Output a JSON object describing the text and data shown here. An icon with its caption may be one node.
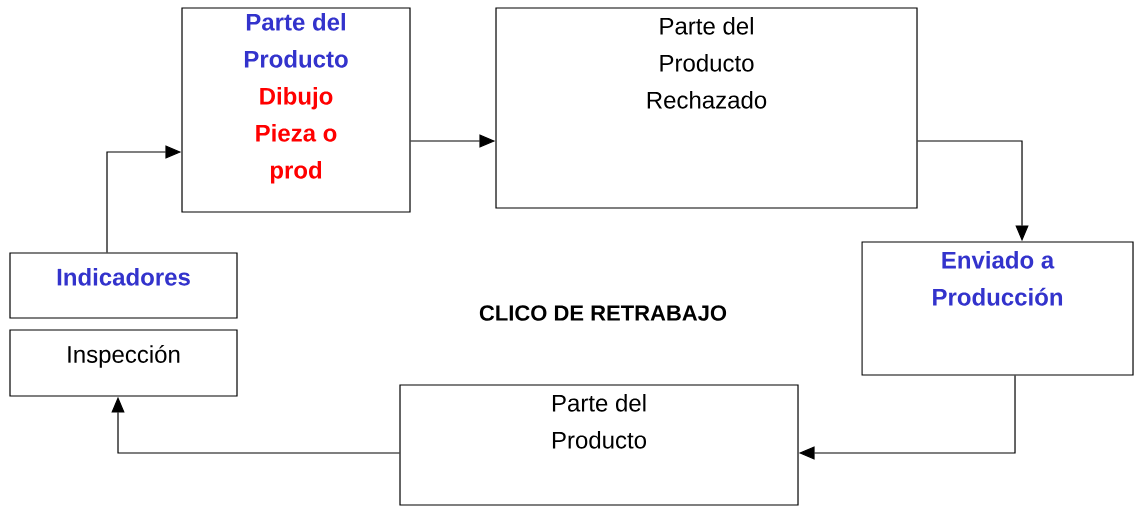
{
  "diagram": {
    "title": "CLICO DE RETRABAJO",
    "nodes": [
      {
        "text": [
          "Parte del Producto",
          "Dibujo Pieza o prod"
        ]
      },
      {
        "text": [
          "Parte del Producto Rechazado"
        ]
      },
      {
        "text": [
          "Enviado a Producción"
        ]
      },
      {
        "text": [
          "Parte del Producto"
        ]
      },
      {
        "text": [
          "Indicadores"
        ]
      },
      {
        "text": [
          "Inspección"
        ]
      }
    ],
    "edges": [
      {
        "from": 0,
        "to": 1,
        "arrow": "to"
      },
      {
        "from": 1,
        "to": 2,
        "arrow": "to"
      },
      {
        "from": 2,
        "to": 3,
        "arrow": "to"
      },
      {
        "from": 3,
        "to": 5,
        "arrow": "to"
      },
      {
        "from": 4,
        "to": 0,
        "arrow": "to"
      }
    ]
  }
}
